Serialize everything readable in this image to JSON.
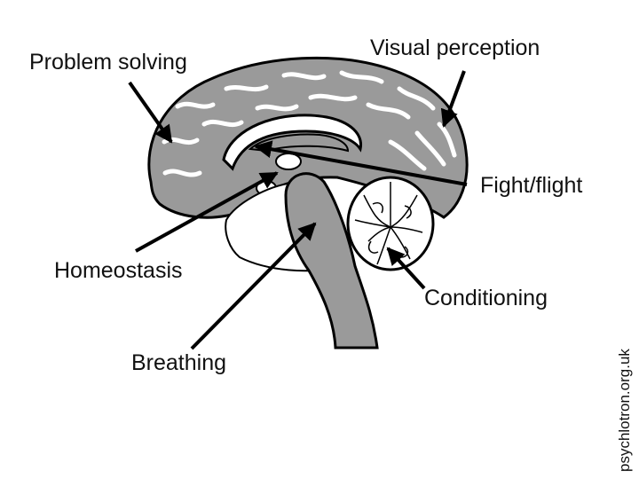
{
  "labels": {
    "problem_solving": "Problem solving",
    "visual_perception": "Visual perception",
    "fight_flight": "Fight/flight",
    "homeostasis": "Homeostasis",
    "conditioning": "Conditioning",
    "breathing": "Breathing"
  },
  "watermark": "psychlotron.org.uk",
  "colors": {
    "brain_fill": "#999999",
    "outline": "#000000",
    "background": "#ffffff",
    "text": "#111111"
  }
}
